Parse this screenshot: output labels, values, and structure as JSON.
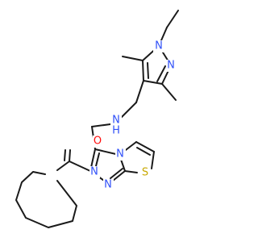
{
  "molecule": {
    "atoms": {
      "n_pyrazole_1": {
        "symbol": "N",
        "color": "#3050F8"
      },
      "n_pyrazole_2": {
        "symbol": "N",
        "color": "#3050F8"
      },
      "n_amine": {
        "symbol": "N",
        "color": "#3050F8"
      },
      "h_amine": {
        "symbol": "H",
        "color": "#3050F8"
      },
      "n_imidazo_bridge": {
        "symbol": "N",
        "color": "#3050F8"
      },
      "n_imidazo": {
        "symbol": "N",
        "color": "#3050F8"
      },
      "s_thiazole": {
        "symbol": "S",
        "color": "#C8A800"
      },
      "o_carbonyl": {
        "symbol": "O",
        "color": "#FF0D0D"
      },
      "n_azocane": {
        "symbol": "N",
        "color": "#3050F8"
      }
    }
  }
}
